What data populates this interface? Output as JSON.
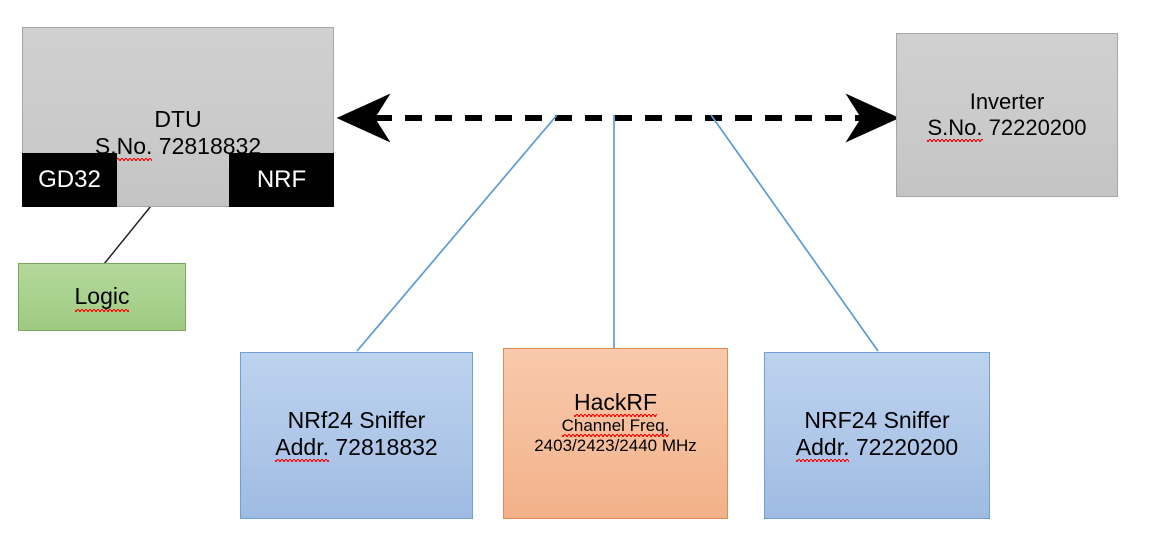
{
  "diagram": {
    "title": "NRF24/HackRF sniffing setup block diagram",
    "colors": {
      "grey_block": "#cccccc",
      "blue_block": "#aec6e8",
      "orange_block": "#f5bd9a",
      "green_block": "#a9d18e",
      "black_chip": "#000000",
      "connector_blue": "#5b9bd5",
      "connector_black": "#000000",
      "spellcheck_red": "#ff0000"
    },
    "nodes": {
      "dtu": {
        "name": "DTU",
        "title": "DTU",
        "serial_label": "S.No.",
        "serial_number": "72818832",
        "serial_line": "S.No. 72818832"
      },
      "gd32": {
        "label": "GD32"
      },
      "nrf": {
        "label": "NRF"
      },
      "inverter": {
        "title": "Inverter",
        "serial_label": "S.No.",
        "serial_number": "72220200",
        "serial_line": "S.No. 72220200"
      },
      "logic": {
        "label": "Logic"
      },
      "sniffer_left": {
        "title": "NRf24 Sniffer",
        "addr_label": "Addr.",
        "addr_value": "72818832",
        "addr_line": "Addr. 72818832"
      },
      "hackrf": {
        "title": "HackRF",
        "subtitle": "Channel Freq.",
        "frequencies": "2403/2423/2440 MHz",
        "freq_list": [
          "2403",
          "2423",
          "2440"
        ],
        "freq_unit": "MHz"
      },
      "sniffer_right": {
        "title": "NRF24 Sniffer",
        "addr_label": "Addr.",
        "addr_value": "72220200",
        "addr_line": "Addr. 72220200"
      }
    },
    "connectors": [
      {
        "name": "dtu-inverter-link",
        "style": "dashed",
        "arrows": "both",
        "color": "#000000"
      },
      {
        "name": "gd32-nrf-link",
        "style": "solid",
        "arrows": "both",
        "color": "#000000"
      },
      {
        "name": "logic-probe-link",
        "style": "solid",
        "arrows": "none",
        "color": "#000000"
      },
      {
        "name": "sniffer-left-tap",
        "style": "solid",
        "arrows": "none",
        "color": "#5b9bd5"
      },
      {
        "name": "hackrf-tap",
        "style": "solid",
        "arrows": "none",
        "color": "#5b9bd5"
      },
      {
        "name": "sniffer-right-tap",
        "style": "solid",
        "arrows": "none",
        "color": "#5b9bd5"
      }
    ]
  }
}
